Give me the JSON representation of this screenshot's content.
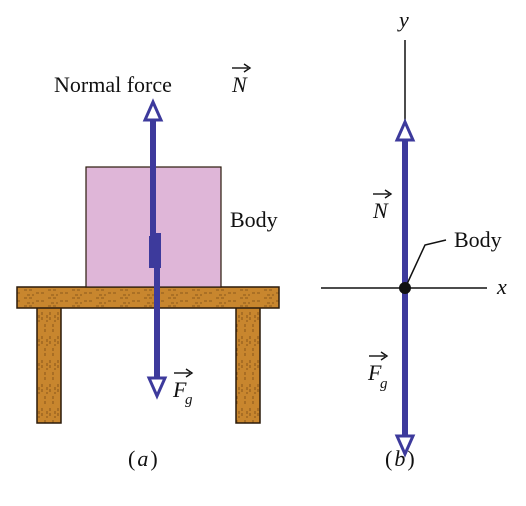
{
  "panel_a": {
    "label_open": "(",
    "label_letter": "a",
    "label_close": ")",
    "normal_force_text": "Normal force",
    "normal_force_symbol": "N",
    "body_text": "Body",
    "gravity_symbol": "F",
    "gravity_subscript": "g"
  },
  "panel_b": {
    "label_open": "(",
    "label_letter": "b",
    "label_close": ")",
    "y_axis": "y",
    "x_axis": "x",
    "normal_symbol": "N",
    "body_text": "Body",
    "gravity_symbol": "F",
    "gravity_subscript": "g"
  },
  "colors": {
    "vector": "#3d3a9c",
    "block_fill": "#dfb6d8",
    "table_fill": "#c8862e",
    "table_stroke": "#2a1a0a",
    "axis": "#111111"
  }
}
